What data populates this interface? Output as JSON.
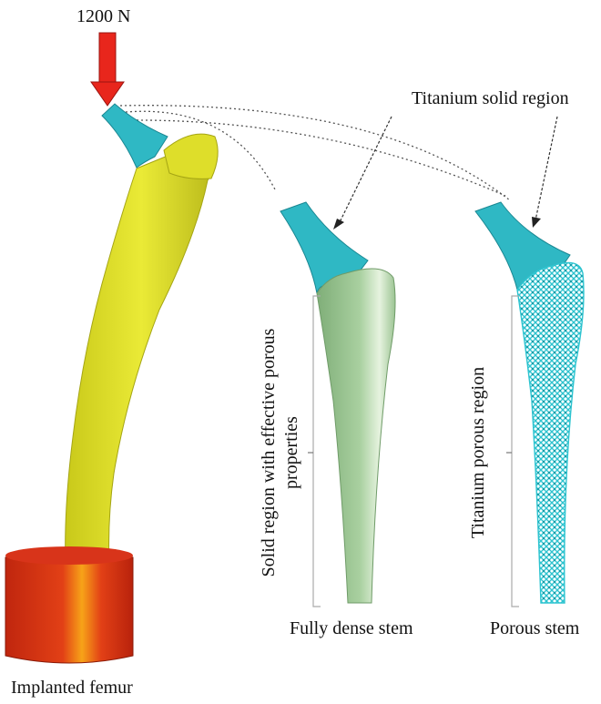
{
  "labels": {
    "load": "1200 N",
    "titanium_solid": "Titanium solid region",
    "solid_effective_line1": "Solid region with effective porous",
    "solid_effective_line2": "properties",
    "titanium_porous": "Titanium porous region",
    "fully_dense": "Fully dense stem",
    "porous_stem": "Porous stem",
    "implanted_femur": "Implanted femur"
  },
  "colors": {
    "load_arrow": "#e8261c",
    "stem_neck": "#2fb8c4",
    "femur": "#e3e62a",
    "implant_base": "#e03a12",
    "dense_body": "#a8cfa0",
    "porous_mesh": "#2ec4d0"
  }
}
